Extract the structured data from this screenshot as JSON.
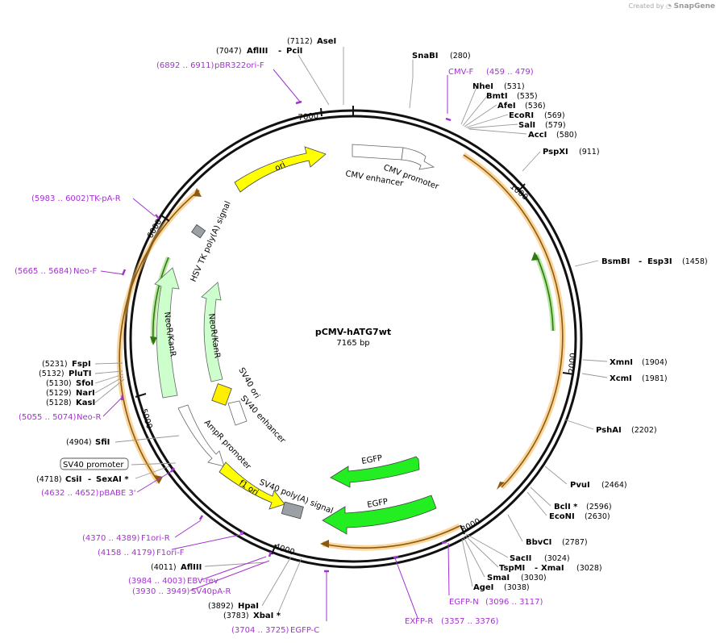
{
  "credit": {
    "prefix": "Created by",
    "brand": "SnapGene"
  },
  "plasmid": {
    "name": "pCMV-hATG7wt",
    "length_label": "7165 bp",
    "length": 7165
  },
  "ticks": [
    {
      "pos": 1000,
      "label": "1000"
    },
    {
      "pos": 2000,
      "label": "2000"
    },
    {
      "pos": 3000,
      "label": "3000"
    },
    {
      "pos": 4000,
      "label": "4000"
    },
    {
      "pos": 5000,
      "label": "5000"
    },
    {
      "pos": 6000,
      "label": "6000"
    },
    {
      "pos": 7000,
      "label": "7000"
    }
  ],
  "enzymes": [
    {
      "name": "AseI",
      "pos": "(7112)"
    },
    {
      "name": "AflIII",
      "sep": "-",
      "name2": "PciI",
      "pos": "(7047)"
    },
    {
      "name": "SnaBI",
      "pos": "(280)"
    },
    {
      "name": "NheI",
      "pos": "(531)"
    },
    {
      "name": "BmtI",
      "pos": "(535)"
    },
    {
      "name": "AfeI",
      "pos": "(536)"
    },
    {
      "name": "EcoRI",
      "pos": "(569)"
    },
    {
      "name": "SalI",
      "pos": "(579)"
    },
    {
      "name": "AccI",
      "pos": "(580)"
    },
    {
      "name": "PspXI",
      "pos": "(911)"
    },
    {
      "name": "BsmBI",
      "sep": "-",
      "name2": "Esp3I",
      "pos": "(1458)"
    },
    {
      "name": "XmnI",
      "pos": "(1904)"
    },
    {
      "name": "XcmI",
      "pos": "(1981)"
    },
    {
      "name": "PshAI",
      "pos": "(2202)"
    },
    {
      "name": "PvuI",
      "pos": "(2464)"
    },
    {
      "name": "BclI *",
      "pos": "(2596)"
    },
    {
      "name": "EcoNI",
      "pos": "(2630)"
    },
    {
      "name": "BbvCI",
      "pos": "(2787)"
    },
    {
      "name": "SacII",
      "pos": "(3024)"
    },
    {
      "name": "TspMI",
      "sep": "-",
      "name2": "XmaI",
      "pos": "(3028)"
    },
    {
      "name": "SmaI",
      "pos": "(3030)"
    },
    {
      "name": "AgeI",
      "pos": "(3038)"
    },
    {
      "name": "HpaI",
      "pos": "(3892)"
    },
    {
      "name": "XbaI *",
      "pos": "(3783)"
    },
    {
      "name": "AflIII",
      "pos": "(4011)"
    },
    {
      "name": "CsiI",
      "sep": "-",
      "name2": "SexAI *",
      "pos": "(4718)"
    },
    {
      "name": "SfiI",
      "pos": "(4904)"
    },
    {
      "name": "FspI",
      "pos": "(5231)"
    },
    {
      "name": "PluTI",
      "pos": "(5132)"
    },
    {
      "name": "SfoI",
      "pos": "(5130)"
    },
    {
      "name": "NarI",
      "pos": "(5129)"
    },
    {
      "name": "KasI",
      "pos": "(5128)"
    }
  ],
  "boxed_feature": {
    "name": "SV40 promoter"
  },
  "primers": [
    {
      "name": "pBR322ori-F",
      "range": "(6892 .. 6911)"
    },
    {
      "name": "CMV-F",
      "range": "(459 .. 479)"
    },
    {
      "name": "TK-pA-R",
      "range": "(5983 .. 6002)"
    },
    {
      "name": "Neo-F",
      "range": "(5665 .. 5684)"
    },
    {
      "name": "Neo-R",
      "range": "(5055 .. 5074)"
    },
    {
      "name": "pBABE 3'",
      "range": "(4632 .. 4652)"
    },
    {
      "name": "F1ori-R",
      "range": "(4370 .. 4389)"
    },
    {
      "name": "F1ori-F",
      "range": "(4158 .. 4179)"
    },
    {
      "name": "EBV-rev",
      "range": "(3984 .. 4003)"
    },
    {
      "name": "SV40pA-R",
      "range": "(3930 .. 3949)"
    },
    {
      "name": "EGFP-C",
      "range": "(3704 .. 3725)"
    },
    {
      "name": "EXFP-R",
      "range": "(3357 .. 3376)"
    },
    {
      "name": "EGFP-N",
      "range": "(3096 .. 3117)"
    }
  ],
  "features": [
    {
      "name": "ori",
      "color": "#ffff00"
    },
    {
      "name": "CMV enhancer",
      "color": "#ffffff"
    },
    {
      "name": "CMV promoter",
      "color": "#ffffff"
    },
    {
      "name": "HSV TK poly(A) signal",
      "color": "#9aa0a6"
    },
    {
      "name": "NeoR/KanR",
      "color": "#ccffcc"
    },
    {
      "name": "NeoR/KanR",
      "color": "#ccffcc"
    },
    {
      "name": "SV40 ori",
      "color": "#ffee00"
    },
    {
      "name": "SV40 enhancer",
      "color": "#ffffff"
    },
    {
      "name": "AmpR promoter",
      "color": "#ffffff"
    },
    {
      "name": "f1 ori",
      "color": "#ffff00"
    },
    {
      "name": "SV40 poly(A) signal",
      "color": "#9aa0a6"
    },
    {
      "name": "EGFP",
      "color": "#22ee22"
    },
    {
      "name": "EGFP",
      "color": "#22ee22"
    }
  ],
  "colors": {
    "primer": "#a432d0",
    "orf": "#f7b54a",
    "orf_line": "#8a5a10",
    "green_line": "#2f7a10"
  }
}
